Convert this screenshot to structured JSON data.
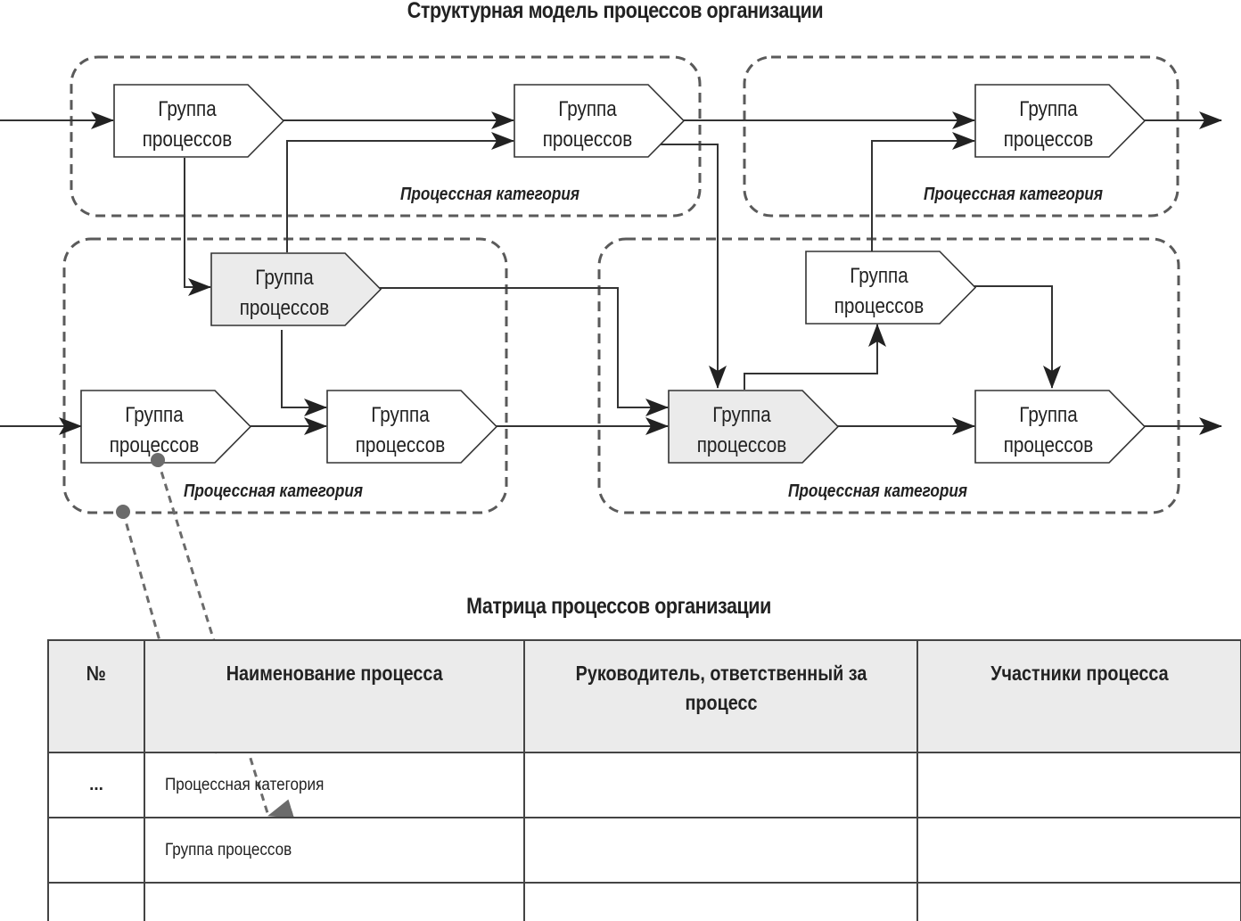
{
  "titles": {
    "structural_model": "Структурная модель процессов организации",
    "matrix": "Матрица процессов организации"
  },
  "categories": [
    {
      "id": "cat-top-left",
      "label": "Процессная категория"
    },
    {
      "id": "cat-top-right",
      "label": "Процессная категория"
    },
    {
      "id": "cat-bottom-left",
      "label": "Процессная категория"
    },
    {
      "id": "cat-bottom-right",
      "label": "Процессная категория"
    }
  ],
  "nodes": [
    {
      "id": "n1",
      "line1": "Группа",
      "line2": "процессов",
      "highlighted": false
    },
    {
      "id": "n2",
      "line1": "Группа",
      "line2": "процессов",
      "highlighted": false
    },
    {
      "id": "n3",
      "line1": "Группа",
      "line2": "процессов",
      "highlighted": false
    },
    {
      "id": "n4",
      "line1": "Группа",
      "line2": "процессов",
      "highlighted": true
    },
    {
      "id": "n5",
      "line1": "Группа",
      "line2": "процессов",
      "highlighted": false
    },
    {
      "id": "n6",
      "line1": "Группа",
      "line2": "процессов",
      "highlighted": false
    },
    {
      "id": "n7",
      "line1": "Группа",
      "line2": "процессов",
      "highlighted": false
    },
    {
      "id": "n8",
      "line1": "Группа",
      "line2": "процессов",
      "highlighted": true
    },
    {
      "id": "n9",
      "line1": "Группа",
      "line2": "процессов",
      "highlighted": false
    }
  ],
  "colors": {
    "highlight_fill": "#ebebeb",
    "node_fill": "#ffffff",
    "header_fill": "#ebebeb",
    "link_color": "#6b6b6b"
  },
  "matrix": {
    "headers": [
      "№",
      "Наименование процесса",
      "Руководитель, ответственный за процесс",
      "Участники процесса"
    ],
    "rows": [
      {
        "num": "...",
        "name": "Процессная категория",
        "owner": "",
        "participants": ""
      },
      {
        "num": "",
        "name": "Группа процессов",
        "owner": "",
        "participants": ""
      },
      {
        "num": "",
        "name": "",
        "owner": "",
        "participants": ""
      }
    ]
  }
}
